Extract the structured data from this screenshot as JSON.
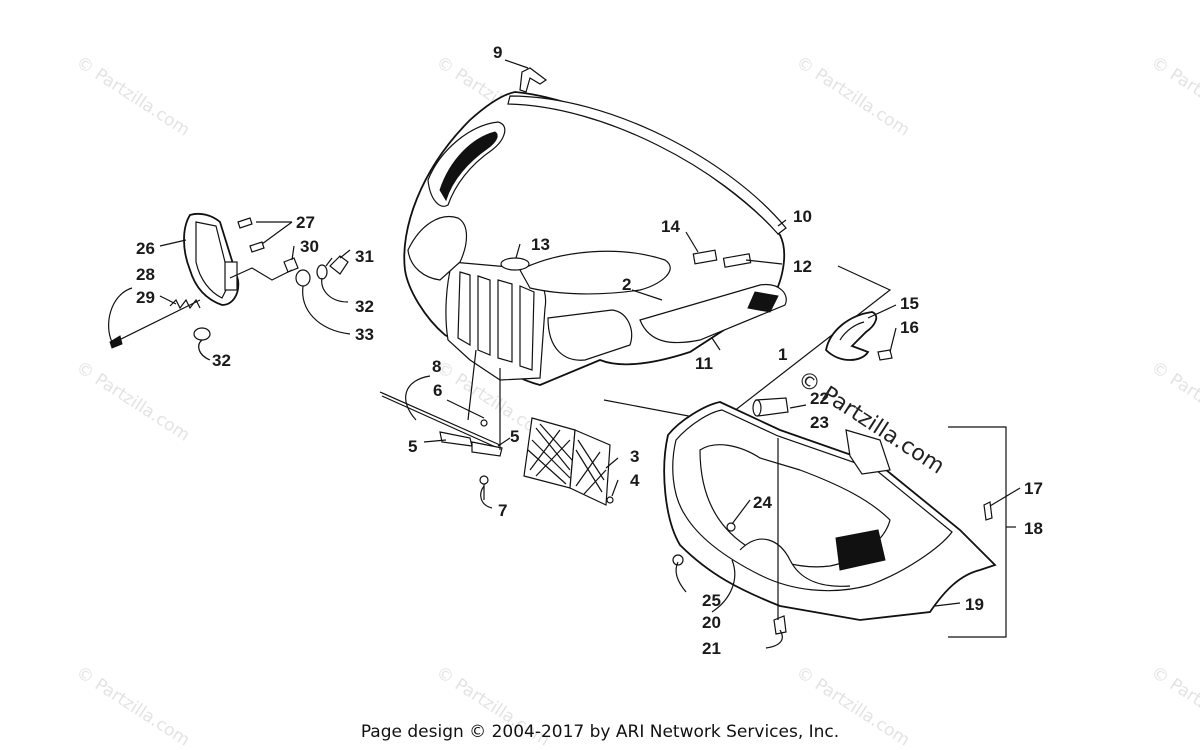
{
  "watermark": {
    "text": "© Partzilla.com"
  },
  "callouts": {
    "c1": "1",
    "c2": "2",
    "c3": "3",
    "c4": "4",
    "c5a": "5",
    "c5b": "5",
    "c6": "6",
    "c7": "7",
    "c8": "8",
    "c9": "9",
    "c10": "10",
    "c11": "11",
    "c12": "12",
    "c13": "13",
    "c14": "14",
    "c15": "15",
    "c16": "16",
    "c17": "17",
    "c18": "18",
    "c19": "19",
    "c20": "20",
    "c21": "21",
    "c22": "22",
    "c23": "23",
    "c24": "24",
    "c25": "25",
    "c26": "26",
    "c27": "27",
    "c28": "28",
    "c29": "29",
    "c30": "30",
    "c31": "31",
    "c32a": "32",
    "c32b": "32",
    "c33": "33"
  },
  "footer": {
    "text": "Page design © 2004-2017 by ARI Network Services, Inc."
  }
}
